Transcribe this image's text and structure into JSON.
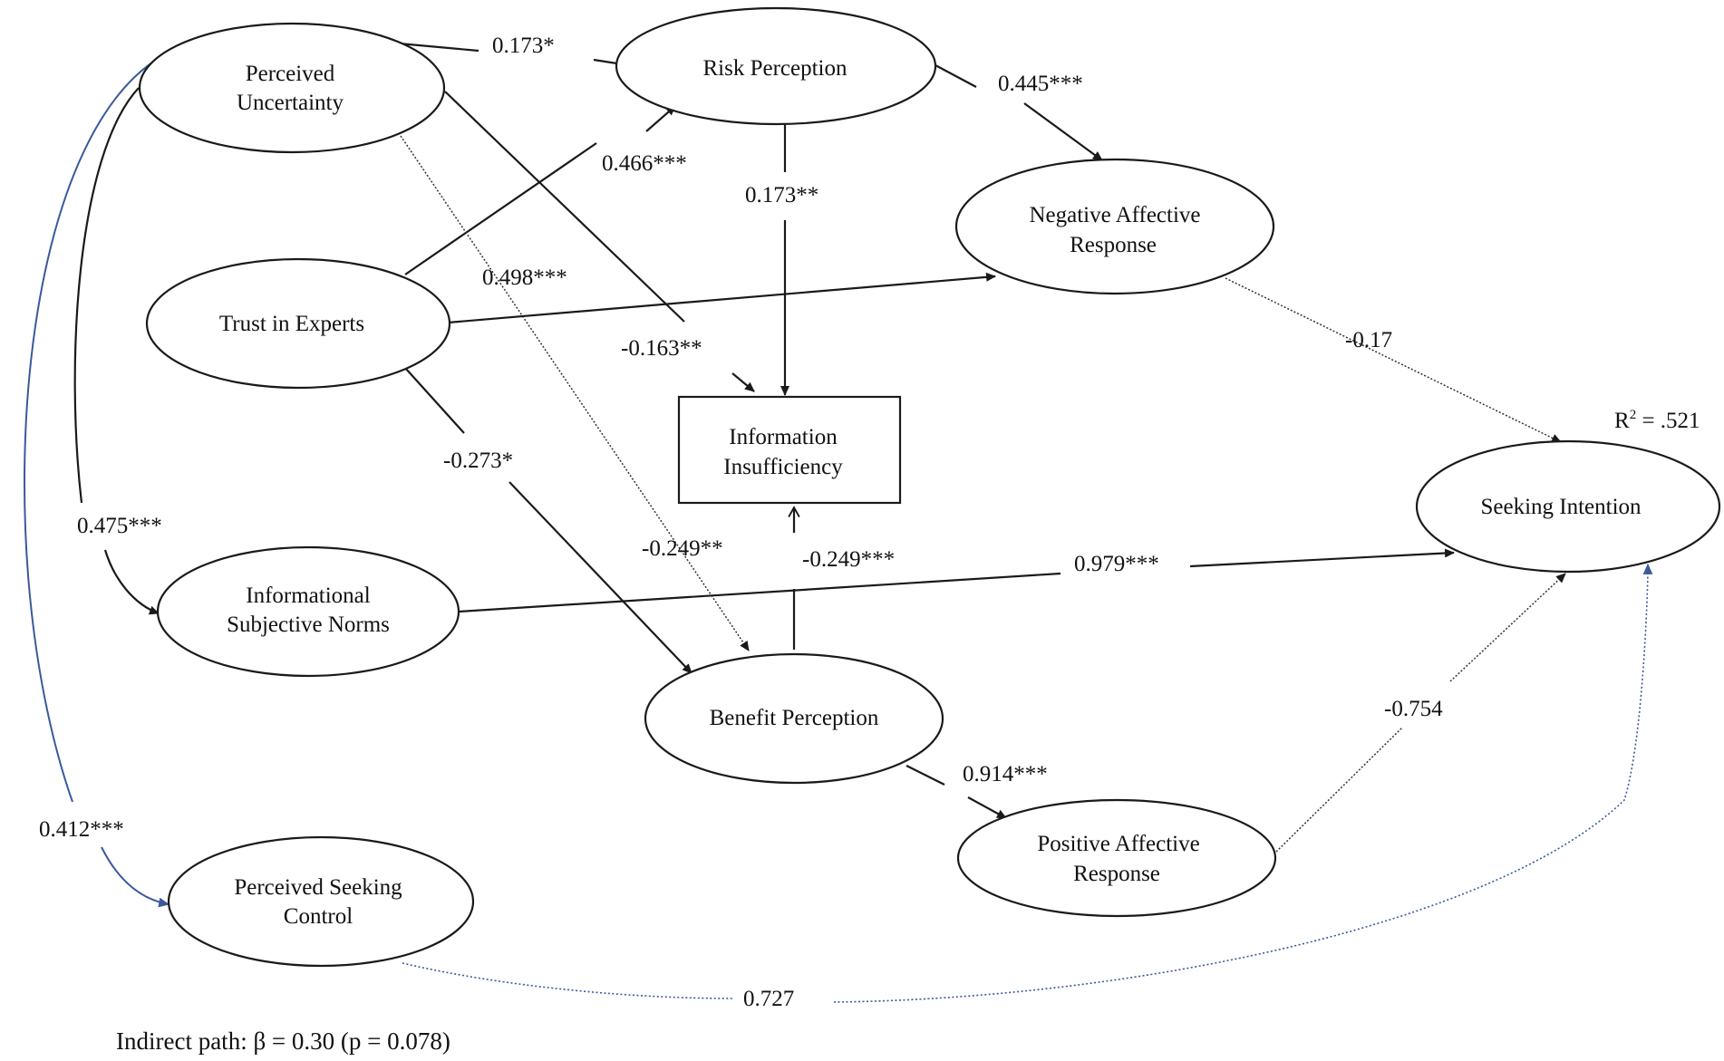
{
  "nodes": {
    "perceived_uncertainty": [
      "Perceived",
      "Uncertainty"
    ],
    "risk_perception": [
      "Risk Perception"
    ],
    "trust_in_experts": [
      "Trust in Experts"
    ],
    "negative_affective_response": [
      "Negative Affective",
      "Response"
    ],
    "information_insufficiency": [
      "Information",
      "Insufficiency"
    ],
    "seeking_intention": [
      "Seeking Intention"
    ],
    "informational_subjective_norms": [
      "Informational",
      "Subjective Norms"
    ],
    "benefit_perception": [
      "Benefit Perception"
    ],
    "positive_affective_response": [
      "Positive Affective",
      "Response"
    ],
    "perceived_seeking_control": [
      "Perceived Seeking",
      "Control"
    ]
  },
  "paths": {
    "pu_to_risk": "0.173*",
    "risk_to_neg": "0.445***",
    "trust_to_risk": "0.466***",
    "risk_to_info": "0.173**",
    "pu_to_benefit": "0.498***",
    "pu_to_info": "-0.163**",
    "neg_to_seeking": "-0.17",
    "trust_to_benefit": "-0.273*",
    "pu_to_norms": "0.475***",
    "benefit_to_info_a": "-0.249**",
    "benefit_to_info_b": "-0.249***",
    "norms_to_seeking": "0.979***",
    "benefit_to_pos": "0.914***",
    "pos_to_seeking": "-0.754",
    "pu_to_control": "0.412***",
    "control_to_seeking": "0.727"
  },
  "r_squared": {
    "prefix": "R",
    "superscript": "2",
    "value": " = .521"
  },
  "indirect_note": "Indirect path: β = 0.30 (p = 0.078)"
}
